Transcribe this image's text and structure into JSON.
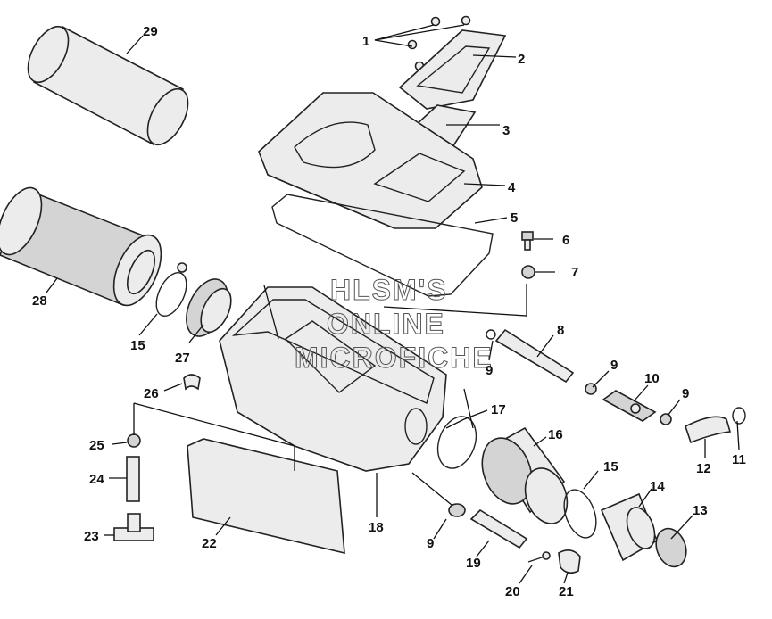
{
  "watermark": [
    "HLSM'S",
    "ONLINE",
    "MICROFICHE"
  ],
  "callouts": [
    "1",
    "2",
    "3",
    "4",
    "5",
    "6",
    "7",
    "8",
    "9",
    "10",
    "11",
    "12",
    "13",
    "14",
    "15",
    "16",
    "17",
    "18",
    "19",
    "20",
    "21",
    "22",
    "23",
    "24",
    "25",
    "26",
    "27",
    "28",
    "29"
  ],
  "callout_9_repeat": "9",
  "callout_15_repeat": "15"
}
